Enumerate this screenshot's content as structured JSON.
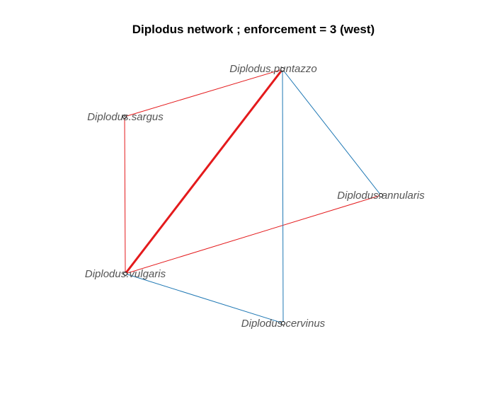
{
  "title": "Diplodus network ; enforcement = 3 (west)",
  "colors": {
    "positive_edge": "#e41a1c",
    "negative_edge": "#1f78b4",
    "label_text": "#555555",
    "node_outline": "#000000"
  },
  "nodes": [
    {
      "id": "puntazzo",
      "label": "Diplodus.puntazzo"
    },
    {
      "id": "sargus",
      "label": "Diplodus.sargus"
    },
    {
      "id": "annularis",
      "label": "Diplodus.annularis"
    },
    {
      "id": "vulgaris",
      "label": "Diplodus.vulgaris"
    },
    {
      "id": "cervinus",
      "label": "Diplodus.cervinus"
    }
  ],
  "edges": [
    {
      "from": "puntazzo",
      "to": "sargus",
      "sign": "positive",
      "weight": 1
    },
    {
      "from": "sargus",
      "to": "vulgaris",
      "sign": "positive",
      "weight": 1
    },
    {
      "from": "puntazzo",
      "to": "vulgaris",
      "sign": "positive",
      "weight": 3
    },
    {
      "from": "vulgaris",
      "to": "annularis",
      "sign": "positive",
      "weight": 1
    },
    {
      "from": "puntazzo",
      "to": "annularis",
      "sign": "negative",
      "weight": 1
    },
    {
      "from": "puntazzo",
      "to": "cervinus",
      "sign": "negative",
      "weight": 1
    },
    {
      "from": "vulgaris",
      "to": "cervinus",
      "sign": "negative",
      "weight": 1
    }
  ]
}
